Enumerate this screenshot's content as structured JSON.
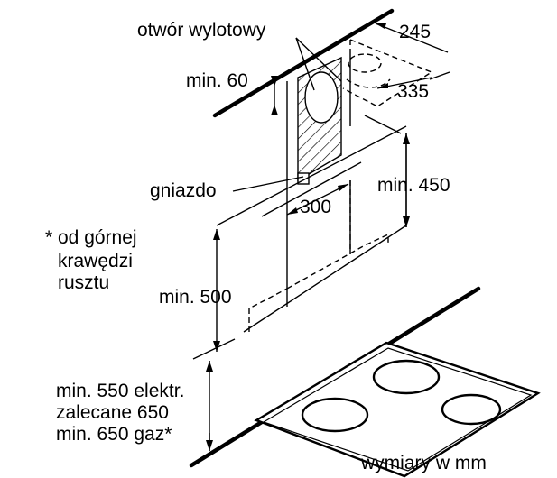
{
  "labels": {
    "outlet": "otwór wylotowy",
    "min60": "min. 60",
    "d245": "245",
    "d335": "335",
    "socket": "gniazdo",
    "d300": "300",
    "min450": "min. 450",
    "note": [
      "* od górnej",
      "krawędzi",
      "rusztu"
    ],
    "min500": "min. 500",
    "hob": [
      "min. 550 elektr.",
      "zalecane 650",
      "min. 650 gaz*"
    ],
    "units": "wymiary w mm"
  }
}
